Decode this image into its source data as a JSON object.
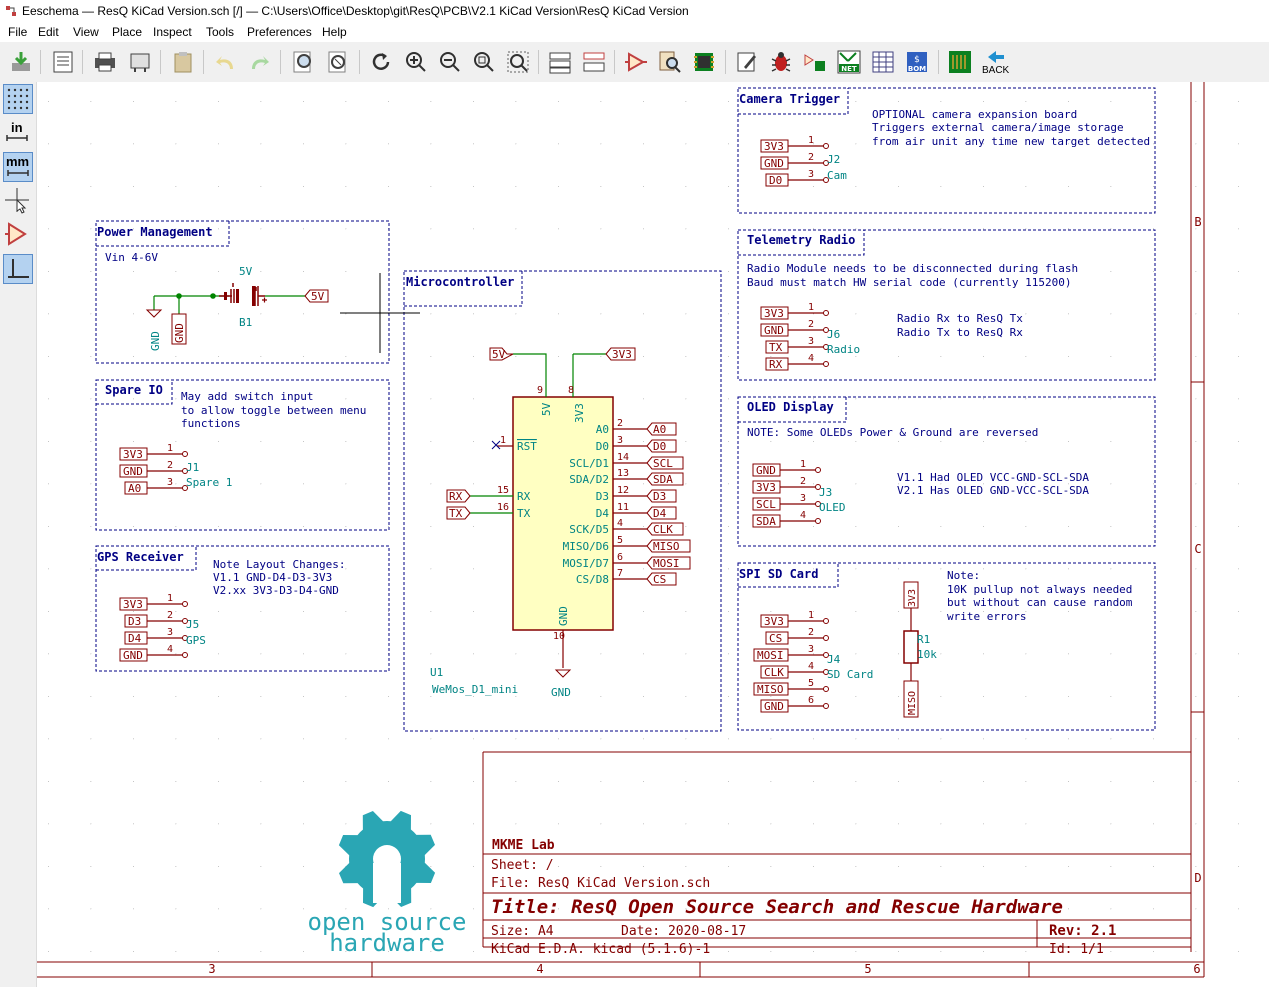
{
  "window": {
    "title": "Eeschema — ResQ KiCad Version.sch [/] — C:\\Users\\Office\\Desktop\\git\\ResQ\\PCB\\V2.1 KiCad Version\\ResQ KiCad Version"
  },
  "menu": [
    "File",
    "Edit",
    "View",
    "Place",
    "Inspect",
    "Tools",
    "Preferences",
    "Help"
  ],
  "toolbar": {
    "back_label": "BACK",
    "icons": [
      "save-icon",
      "page-settings-icon",
      "print-icon",
      "plot-icon",
      "paste-icon",
      "undo-icon",
      "redo-icon",
      "find-icon",
      "find-replace-icon",
      "redraw-icon",
      "zoom-in-icon",
      "zoom-out-icon",
      "zoom-fit-icon",
      "zoom-selection-icon",
      "hierarchy-navigator-icon",
      "leave-sheet-icon",
      "symbol-editor-icon",
      "symbol-browser-icon",
      "footprint-editor-icon",
      "annotate-icon",
      "erc-icon",
      "assign-footprints-icon",
      "netlist-icon",
      "bom-table-icon",
      "bom-icon",
      "pcbnew-icon",
      "back-icon"
    ]
  },
  "left_toolbar": {
    "inch_label": "in",
    "mm_label": "mm"
  },
  "border": {
    "cols": [
      "3",
      "4",
      "5",
      "6"
    ],
    "rows": [
      "B",
      "C",
      "D"
    ]
  },
  "blocks": {
    "power": {
      "title": "Power Management",
      "note": "Vin 4-6V",
      "batt_value": "5V",
      "batt_ref": "B1",
      "gnd1": "GND",
      "gnd2": "GND",
      "label_5v": "5V"
    },
    "spare": {
      "title": "Spare IO",
      "note1": "May add switch input",
      "note2": "to allow toggle between menu",
      "note3": "functions",
      "pins": [
        "3V3",
        "GND",
        "A0"
      ],
      "pinnums": [
        "1",
        "2",
        "3"
      ],
      "ref": "J1",
      "value": "Spare 1"
    },
    "gps": {
      "title": "GPS Receiver",
      "note1": "Note Layout Changes:",
      "note2": "V1.1 GND-D4-D3-3V3",
      "note3": "V2.xx 3V3-D3-D4-GND",
      "pins": [
        "3V3",
        "D3",
        "D4",
        "GND"
      ],
      "pinnums": [
        "1",
        "2",
        "3",
        "4"
      ],
      "ref": "J5",
      "value": "GPS"
    },
    "mcu": {
      "title": "Microcontroller",
      "ref": "U1",
      "value": "WeMos_D1_mini",
      "pwr_5v": "5V",
      "pwr_3v3": "3V3",
      "pin9": "9",
      "pin8": "8",
      "int5v": "5V",
      "int3v3": "3V3",
      "gnd_int": "GND",
      "gnd_num": "10",
      "gnd_sym": "GND",
      "rst_num": "1",
      "rst": "RST",
      "rx_num": "15",
      "rx_int": "RX",
      "rx_label": "RX",
      "tx_num": "16",
      "tx_int": "TX",
      "tx_label": "TX",
      "right_nums": [
        "2",
        "3",
        "14",
        "13",
        "12",
        "11",
        "4",
        "5",
        "6",
        "7"
      ],
      "right_int": [
        "A0",
        "D0",
        "SCL/D1",
        "SDA/D2",
        "D3",
        "D4",
        "SCK/D5",
        "MISO/D6",
        "MOSI/D7",
        "CS/D8"
      ],
      "right_labels": [
        "A0",
        "D0",
        "SCL",
        "SDA",
        "D3",
        "D4",
        "CLK",
        "MISO",
        "MOSI",
        "CS"
      ]
    },
    "camera": {
      "title": "Camera Trigger",
      "note1": "OPTIONAL camera expansion board",
      "note2": "Triggers external camera/image storage",
      "note3": "from air unit any time new target detected",
      "pins": [
        "3V3",
        "GND",
        "D0"
      ],
      "pinnums": [
        "1",
        "2",
        "3"
      ],
      "ref": "J2",
      "value": "Cam"
    },
    "telemetry": {
      "title": "Telemetry Radio",
      "note1": "Radio Module needs to be disconnected during flash",
      "note2": "Baud must match HW serial code  (currently 115200)",
      "note3": "Radio Rx to ResQ Tx",
      "note4": "Radio Tx to ResQ Rx",
      "pins": [
        "3V3",
        "GND",
        "TX",
        "RX"
      ],
      "pinnums": [
        "1",
        "2",
        "3",
        "4"
      ],
      "ref": "J6",
      "value": "Radio"
    },
    "oled": {
      "title": "OLED Display",
      "note1": "NOTE: Some OLEDs Power & Ground are reversed",
      "note2": "V1.1 Had OLED VCC-GND-SCL-SDA",
      "note3": "V2.1 Has OLED GND-VCC-SCL-SDA",
      "pins": [
        "GND",
        "3V3",
        "SCL",
        "SDA"
      ],
      "pinnums": [
        "1",
        "2",
        "3",
        "4"
      ],
      "ref": "J3",
      "value": "OLED"
    },
    "spi": {
      "title": "SPI SD Card",
      "note1": "Note:",
      "note2": "10K pullup not always needed",
      "note3": "but without can cause random",
      "note4": "write errors",
      "pins": [
        "3V3",
        "CS",
        "MOSI",
        "CLK",
        "MISO",
        "GND"
      ],
      "pinnums": [
        "1",
        "2",
        "3",
        "4",
        "5",
        "6"
      ],
      "ref": "J4",
      "value": "SD Card",
      "r_ref": "R1",
      "r_value": "10k",
      "r_top": "3V3",
      "r_bot": "MISO"
    }
  },
  "titleblock": {
    "company": "MKME Lab",
    "sheet": "Sheet: /",
    "file": "File: ResQ KiCad Version.sch",
    "title": "Title: ResQ Open Source Search and Rescue Hardware",
    "size": "Size: A4",
    "date": "Date: 2020-08-17",
    "rev": "Rev: 2.1",
    "tool": "KiCad E.D.A.  kicad (5.1.6)-1",
    "id": "Id: 1/1"
  },
  "logo": {
    "line1": "open source",
    "line2": "hardware"
  },
  "colors": {
    "wire": "#008400",
    "symbol": "#840000",
    "symbol_fill": "#ffffc2",
    "ref": "#008484",
    "text": "#000084",
    "border": "#840000",
    "grid": "#848484",
    "toolbar": "#f0f0f0"
  }
}
